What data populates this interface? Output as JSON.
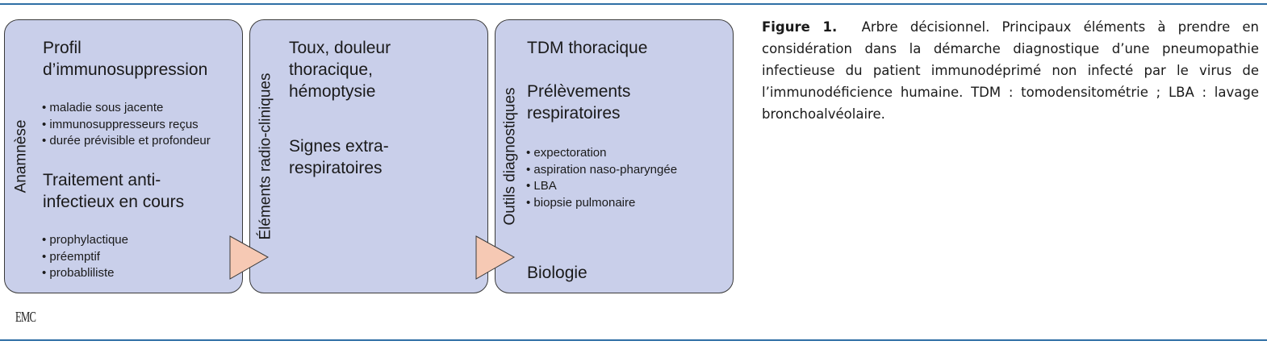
{
  "figure": {
    "caption_label": "Figure 1.",
    "caption_text": "Arbre décisionnel. Principaux éléments à prendre en considération dans la démarche diagnostique d’une pneumopathie infectieuse du patient immunodéprimé non infecté par le virus de l’immunodéficience humaine. TDM : tomodensitométrie ; LBA : lavage bronchoalvéolaire.",
    "logo": "EMC"
  },
  "panels": [
    {
      "label": "Anamnèse",
      "heading1": [
        "Profil",
        "d’immunosuppression"
      ],
      "list1": [
        "maladie sous jacente",
        "immunosuppresseurs reçus",
        "durée prévisible et profondeur"
      ],
      "heading2": [
        "Traitement anti-",
        "infectieux en cours"
      ],
      "list2": [
        "prophylactique",
        "préemptif",
        "probabliliste"
      ]
    },
    {
      "label": "Éléments radio-cliniques",
      "heading1": [
        "Toux, douleur",
        "thoracique,",
        "hémoptysie"
      ],
      "heading2": [
        "Signes extra-",
        "respiratoires"
      ]
    },
    {
      "label": "Outils diagnostiques",
      "heading1": [
        "TDM thoracique"
      ],
      "heading2": [
        "Prélèvements",
        "respiratoires"
      ],
      "list2": [
        "expectoration",
        "aspiration naso-pharyngée",
        "LBA",
        "biopsie pulmonaire"
      ],
      "heading3": [
        "Biologie"
      ]
    }
  ],
  "colors": {
    "panel_fill": "#c9cfea",
    "arrow_fill": "#f6c9b4",
    "rule": "#2f6fa5"
  }
}
